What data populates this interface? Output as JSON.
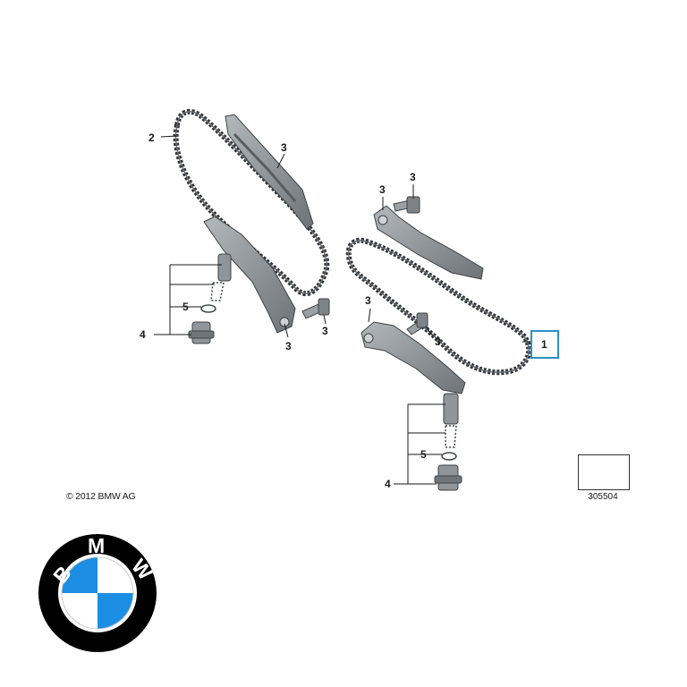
{
  "diagram": {
    "callouts": {
      "chain": "1",
      "chain_left": "2",
      "guide_rail": "3",
      "tensioner": "4",
      "seal_ring": "5"
    },
    "copyright": "© 2012 BMW AG",
    "reference_number": "305504"
  },
  "logo": {
    "letters": [
      "B",
      "M",
      "W"
    ],
    "colors": {
      "ring": "#000000",
      "blue": "#1c8ee3",
      "white": "#ffffff"
    }
  },
  "colors": {
    "part_fill": "#8f9599",
    "part_dark": "#3e4347",
    "chain": "#2f3236",
    "line": "#1a1a1a",
    "highlight": "#2a8fc7"
  }
}
